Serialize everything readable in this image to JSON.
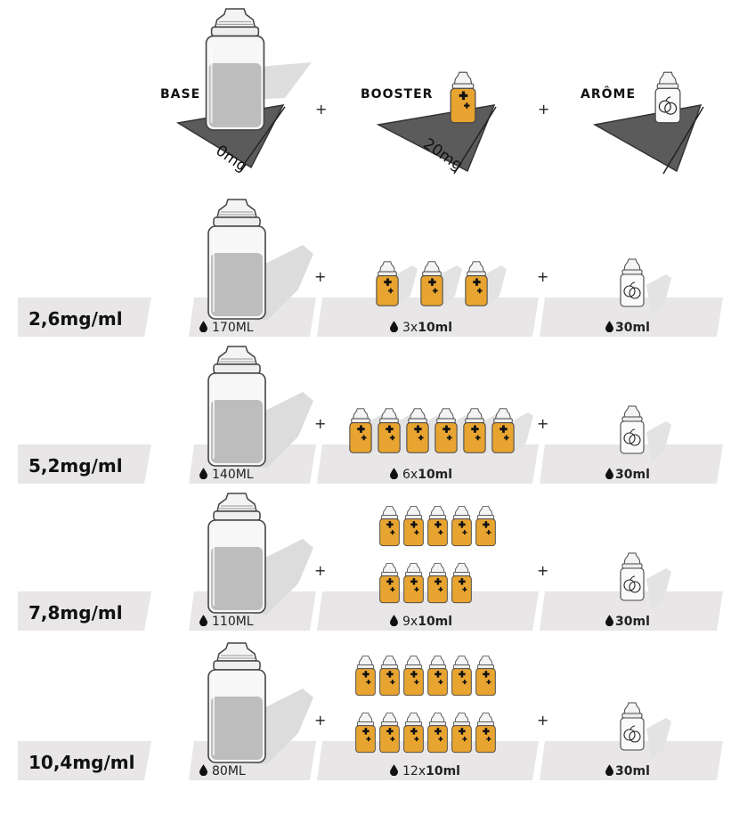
{
  "header": {
    "base_label": "BASE",
    "booster_label": "BOOSTER",
    "arome_label": "ARÔME",
    "base_strength": "0mg",
    "booster_strength": "20mg",
    "plus": "+"
  },
  "colors": {
    "band": "#e8e6e6",
    "booster_orange": "#e8a430",
    "triangle": "#5b5b5b",
    "liquid": "#b8b8b8"
  },
  "rows": [
    {
      "strength": "2,6mg/ml",
      "base_volume": "170ML",
      "booster_count": "3",
      "booster_x": "x",
      "booster_size": "10ml",
      "arome_volume": "30ml"
    },
    {
      "strength": "5,2mg/ml",
      "base_volume": "140ML",
      "booster_count": "6",
      "booster_x": "x",
      "booster_size": "10ml",
      "arome_volume": "30ml"
    },
    {
      "strength": "7,8mg/ml",
      "base_volume": "110ML",
      "booster_count": "9",
      "booster_x": "x",
      "booster_size": "10ml",
      "arome_volume": "30ml"
    },
    {
      "strength": "10,4mg/ml",
      "base_volume": "80ML",
      "booster_count": "12",
      "booster_x": "x",
      "booster_size": "10ml",
      "arome_volume": "30ml"
    }
  ]
}
